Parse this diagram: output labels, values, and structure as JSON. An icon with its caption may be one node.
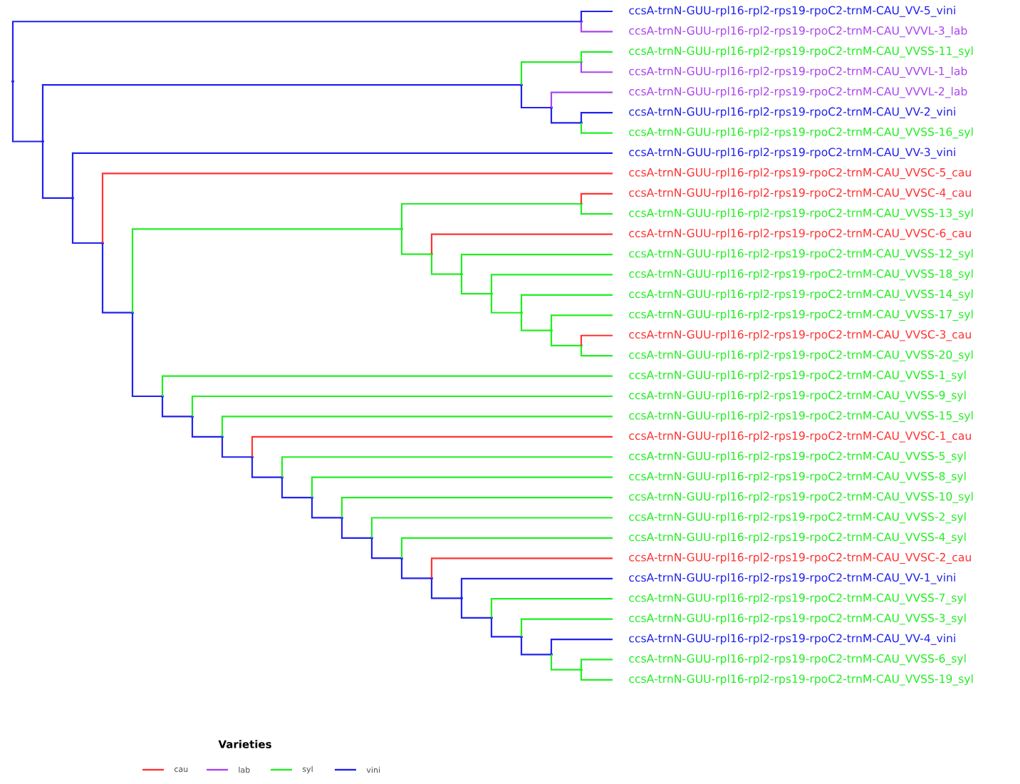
{
  "diagram": {
    "nodes": [
      {
        "text": [
          "ccsA-trnN-GUU-rpl16-rpl2-rps19-rpoC2-trnM-CAU_VV-5_vini"
        ]
      },
      {
        "text": [
          "ccsA-trnN-GUU-rpl16-rpl2-rps19-rpoC2-trnM-CAU_VVVL-3_lab"
        ]
      },
      {
        "text": [
          "ccsA-trnN-GUU-rpl16-rpl2-rps19-rpoC2-trnM-CAU_VVSS-11_syl"
        ]
      },
      {
        "text": [
          "ccsA-trnN-GUU-rpl16-rpl2-rps19-rpoC2-trnM-CAU_VVVL-1_lab"
        ]
      },
      {
        "text": [
          "ccsA-trnN-GUU-rpl16-rpl2-rps19-rpoC2-trnM-CAU_VVVL-2_lab"
        ]
      },
      {
        "text": [
          "ccsA-trnN-GUU-rpl16-rpl2-rps19-rpoC2-trnM-CAU_VV-2_vini"
        ]
      },
      {
        "text": [
          "ccsA-trnN-GUU-rpl16-rpl2-rps19-rpoC2-trnM-CAU_VVSS-16_syl"
        ]
      },
      {
        "text": [
          "ccsA-trnN-GUU-rpl16-rpl2-rps19-rpoC2-trnM-CAU_VV-3_vini"
        ]
      },
      {
        "text": [
          "ccsA-trnN-GUU-rpl16-rpl2-rps19-rpoC2-trnM-CAU_VVSC-5_cau"
        ]
      },
      {
        "text": [
          "ccsA-trnN-GUU-rpl16-rpl2-rps19-rpoC2-trnM-CAU_VVSC-4_cau"
        ]
      },
      {
        "text": [
          "ccsA-trnN-GUU-rpl16-rpl2-rps19-rpoC2-trnM-CAU_VVSS-13_syl"
        ]
      },
      {
        "text": [
          "ccsA-trnN-GUU-rpl16-rpl2-rps19-rpoC2-trnM-CAU_VVSC-6_cau"
        ]
      },
      {
        "text": [
          "ccsA-trnN-GUU-rpl16-rpl2-rps19-rpoC2-trnM-CAU_VVSS-12_syl"
        ]
      },
      {
        "text": [
          "ccsA-trnN-GUU-rpl16-rpl2-rps19-rpoC2-trnM-CAU_VVSS-18_syl"
        ]
      },
      {
        "text": [
          "ccsA-trnN-GUU-rpl16-rpl2-rps19-rpoC2-trnM-CAU_VVSS-14_syl"
        ]
      },
      {
        "text": [
          "ccsA-trnN-GUU-rpl16-rpl2-rps19-rpoC2-trnM-CAU_VVSS-17_syl"
        ]
      },
      {
        "text": [
          "ccsA-trnN-GUU-rpl16-rpl2-rps19-rpoC2-trnM-CAU_VVSC-3_cau"
        ]
      },
      {
        "text": [
          "ccsA-trnN-GUU-rpl16-rpl2-rps19-rpoC2-trnM-CAU_VVSS-20_syl"
        ]
      },
      {
        "text": [
          "ccsA-trnN-GUU-rpl16-rpl2-rps19-rpoC2-trnM-CAU_VVSS-1_syl"
        ]
      },
      {
        "text": [
          "ccsA-trnN-GUU-rpl16-rpl2-rps19-rpoC2-trnM-CAU_VVSS-9_syl"
        ]
      },
      {
        "text": [
          "ccsA-trnN-GUU-rpl16-rpl2-rps19-rpoC2-trnM-CAU_VVSS-15_syl"
        ]
      },
      {
        "text": [
          "ccsA-trnN-GUU-rpl16-rpl2-rps19-rpoC2-trnM-CAU_VVSC-1_cau"
        ]
      },
      {
        "text": [
          "ccsA-trnN-GUU-rpl16-rpl2-rps19-rpoC2-trnM-CAU_VVSS-5_syl"
        ]
      },
      {
        "text": [
          "ccsA-trnN-GUU-rpl16-rpl2-rps19-rpoC2-trnM-CAU_VVSS-8_syl"
        ]
      },
      {
        "text": [
          "ccsA-trnN-GUU-rpl16-rpl2-rps19-rpoC2-trnM-CAU_VVSS-10_syl"
        ]
      },
      {
        "text": [
          "ccsA-trnN-GUU-rpl16-rpl2-rps19-rpoC2-trnM-CAU_VVSS-2_syl"
        ]
      },
      {
        "text": [
          "ccsA-trnN-GUU-rpl16-rpl2-rps19-rpoC2-trnM-CAU_VVSS-4_syl"
        ]
      },
      {
        "text": [
          "ccsA-trnN-GUU-rpl16-rpl2-rps19-rpoC2-trnM-CAU_VVSC-2_cau"
        ]
      },
      {
        "text": [
          "ccsA-trnN-GUU-rpl16-rpl2-rps19-rpoC2-trnM-CAU_VV-1_vini"
        ]
      },
      {
        "text": [
          "ccsA-trnN-GUU-rpl16-rpl2-rps19-rpoC2-trnM-CAU_VVSS-7_syl"
        ]
      },
      {
        "text": [
          "ccsA-trnN-GUU-rpl16-rpl2-rps19-rpoC2-trnM-CAU_VVSS-3_syl"
        ]
      },
      {
        "text": [
          "ccsA-trnN-GUU-rpl16-rpl2-rps19-rpoC2-trnM-CAU_VV-4_vini"
        ]
      },
      {
        "text": [
          "ccsA-trnN-GUU-rpl16-rpl2-rps19-rpoC2-trnM-CAU_VVSS-6_syl"
        ]
      },
      {
        "text": [
          "ccsA-trnN-GUU-rpl16-rpl2-rps19-rpoC2-trnM-CAU_VVSS-19_syl"
        ]
      },
      {
        "text": [],
        "shape": "point"
      },
      {
        "text": [],
        "shape": "point"
      },
      {
        "text": [],
        "shape": "point"
      },
      {
        "text": [],
        "shape": "point"
      },
      {
        "text": [],
        "shape": "point"
      },
      {
        "text": [],
        "shape": "point"
      },
      {
        "text": [],
        "shape": "point"
      },
      {
        "text": [],
        "shape": "point"
      },
      {
        "text": [],
        "shape": "point"
      },
      {
        "text": [],
        "shape": "point"
      },
      {
        "text": [],
        "shape": "point"
      },
      {
        "text": [],
        "shape": "point"
      },
      {
        "text": [],
        "shape": "point"
      },
      {
        "text": [],
        "shape": "point"
      },
      {
        "text": [],
        "shape": "point"
      },
      {
        "text": [],
        "shape": "point"
      },
      {
        "text": [],
        "shape": "point"
      },
      {
        "text": [],
        "shape": "point"
      },
      {
        "text": [],
        "shape": "point"
      },
      {
        "text": [],
        "shape": "point"
      },
      {
        "text": [],
        "shape": "point"
      },
      {
        "text": [],
        "shape": "point"
      },
      {
        "text": [],
        "shape": "point"
      },
      {
        "text": [],
        "shape": "point"
      },
      {
        "text": [],
        "shape": "point"
      },
      {
        "text": [],
        "shape": "point"
      },
      {
        "text": [],
        "shape": "point"
      },
      {
        "text": [],
        "shape": "point"
      },
      {
        "text": [],
        "shape": "point"
      },
      {
        "text": [],
        "shape": "point"
      },
      {
        "text": [],
        "shape": "point"
      },
      {
        "text": [],
        "shape": "point"
      },
      {
        "text": [],
        "shape": "point"
      }
    ],
    "edges": [
      {
        "from": 34,
        "to": 35,
        "arrow": "none",
        "color": "#2222ee"
      },
      {
        "from": 34,
        "to": 36,
        "arrow": "none",
        "color": "#2222ee"
      },
      {
        "from": 35,
        "to": 0,
        "arrow": "none",
        "color": "#2222ee"
      },
      {
        "from": 35,
        "to": 1,
        "arrow": "none",
        "color": "#aa44ee"
      },
      {
        "from": 36,
        "to": 37,
        "arrow": "none",
        "color": "#2222ee"
      },
      {
        "from": 36,
        "to": 41,
        "arrow": "none",
        "color": "#2222ee"
      },
      {
        "from": 37,
        "to": 38,
        "arrow": "none"
      },
      {
        "from": 37,
        "to": 39,
        "arrow": "none",
        "color": "#2222ee"
      },
      {
        "from": 38,
        "to": 2,
        "arrow": "none"
      },
      {
        "from": 38,
        "to": 3,
        "arrow": "none",
        "color": "#aa44ee"
      },
      {
        "from": 39,
        "to": 4,
        "arrow": "none",
        "color": "#aa44ee"
      },
      {
        "from": 39,
        "to": 40,
        "arrow": "none",
        "color": "#2222ee"
      },
      {
        "from": 40,
        "to": 5,
        "arrow": "none",
        "color": "#2222ee"
      },
      {
        "from": 40,
        "to": 6,
        "arrow": "none"
      },
      {
        "from": 41,
        "to": 7,
        "arrow": "none",
        "color": "#2222ee"
      },
      {
        "from": 41,
        "to": 42,
        "arrow": "none",
        "color": "#2222ee"
      },
      {
        "from": 42,
        "to": 8,
        "arrow": "none",
        "color": "#ff3333"
      },
      {
        "from": 42,
        "to": 43,
        "arrow": "none",
        "color": "#2222ee"
      },
      {
        "from": 43,
        "to": 44,
        "arrow": "none"
      },
      {
        "from": 43,
        "to": 52,
        "arrow": "none",
        "color": "#2222ee"
      },
      {
        "from": 44,
        "to": 45,
        "arrow": "none"
      },
      {
        "from": 44,
        "to": 46,
        "arrow": "none"
      },
      {
        "from": 45,
        "to": 9,
        "arrow": "none",
        "color": "#ff3333"
      },
      {
        "from": 45,
        "to": 10,
        "arrow": "none"
      },
      {
        "from": 46,
        "to": 11,
        "arrow": "none",
        "color": "#ff3333"
      },
      {
        "from": 46,
        "to": 47,
        "arrow": "none"
      },
      {
        "from": 47,
        "to": 12,
        "arrow": "none"
      },
      {
        "from": 47,
        "to": 48,
        "arrow": "none"
      },
      {
        "from": 48,
        "to": 13,
        "arrow": "none"
      },
      {
        "from": 48,
        "to": 49,
        "arrow": "none"
      },
      {
        "from": 49,
        "to": 14,
        "arrow": "none"
      },
      {
        "from": 49,
        "to": 50,
        "arrow": "none"
      },
      {
        "from": 50,
        "to": 15,
        "arrow": "none"
      },
      {
        "from": 50,
        "to": 51,
        "arrow": "none"
      },
      {
        "from": 51,
        "to": 16,
        "arrow": "none",
        "color": "#ff3333"
      },
      {
        "from": 51,
        "to": 17,
        "arrow": "none"
      },
      {
        "from": 52,
        "to": 18,
        "arrow": "none"
      },
      {
        "from": 52,
        "to": 53,
        "arrow": "none",
        "color": "#2222ee"
      },
      {
        "from": 53,
        "to": 19,
        "arrow": "none"
      },
      {
        "from": 53,
        "to": 54,
        "arrow": "none",
        "color": "#2222ee"
      },
      {
        "from": 54,
        "to": 20,
        "arrow": "none"
      },
      {
        "from": 54,
        "to": 55,
        "arrow": "none",
        "color": "#2222ee"
      },
      {
        "from": 55,
        "to": 21,
        "arrow": "none",
        "color": "#ff3333"
      },
      {
        "from": 55,
        "to": 56,
        "arrow": "none",
        "color": "#2222ee"
      },
      {
        "from": 56,
        "to": 22,
        "arrow": "none"
      },
      {
        "from": 56,
        "to": 57,
        "arrow": "none",
        "color": "#2222ee"
      },
      {
        "from": 57,
        "to": 23,
        "arrow": "none"
      },
      {
        "from": 57,
        "to": 58,
        "arrow": "none",
        "color": "#2222ee"
      },
      {
        "from": 58,
        "to": 24,
        "arrow": "none"
      },
      {
        "from": 58,
        "to": 59,
        "arrow": "none",
        "color": "#2222ee"
      },
      {
        "from": 59,
        "to": 25,
        "arrow": "none"
      },
      {
        "from": 59,
        "to": 60,
        "arrow": "none",
        "color": "#2222ee"
      },
      {
        "from": 60,
        "to": 26,
        "arrow": "none"
      },
      {
        "from": 60,
        "to": 61,
        "arrow": "none",
        "color": "#2222ee"
      },
      {
        "from": 61,
        "to": 27,
        "arrow": "none",
        "color": "#ff3333"
      },
      {
        "from": 61,
        "to": 62,
        "arrow": "none",
        "color": "#2222ee"
      },
      {
        "from": 62,
        "to": 28,
        "arrow": "none",
        "color": "#2222ee"
      },
      {
        "from": 62,
        "to": 63,
        "arrow": "none",
        "color": "#2222ee"
      },
      {
        "from": 63,
        "to": 29,
        "arrow": "none"
      },
      {
        "from": 63,
        "to": 64,
        "arrow": "none",
        "color": "#2222ee"
      },
      {
        "from": 64,
        "to": 30,
        "arrow": "none"
      },
      {
        "from": 64,
        "to": 65,
        "arrow": "none",
        "color": "#2222ee"
      },
      {
        "from": 65,
        "to": 31,
        "arrow": "none",
        "color": "#2222ee"
      },
      {
        "from": 65,
        "to": 66,
        "arrow": "none"
      },
      {
        "from": 66,
        "to": 32,
        "arrow": "none"
      },
      {
        "from": 66,
        "to": 33,
        "arrow": "none"
      }
    ],
    "labels": [
      "Varieties"
    ],
    "legend": [
      {
        "text": "cau",
        "color": "#ff3333"
      },
      {
        "text": "lab",
        "color": "#aa44ee"
      },
      {
        "text": "syl",
        "color": "#22ee22"
      },
      {
        "text": "vini",
        "color": "#2222ee"
      }
    ]
  }
}
